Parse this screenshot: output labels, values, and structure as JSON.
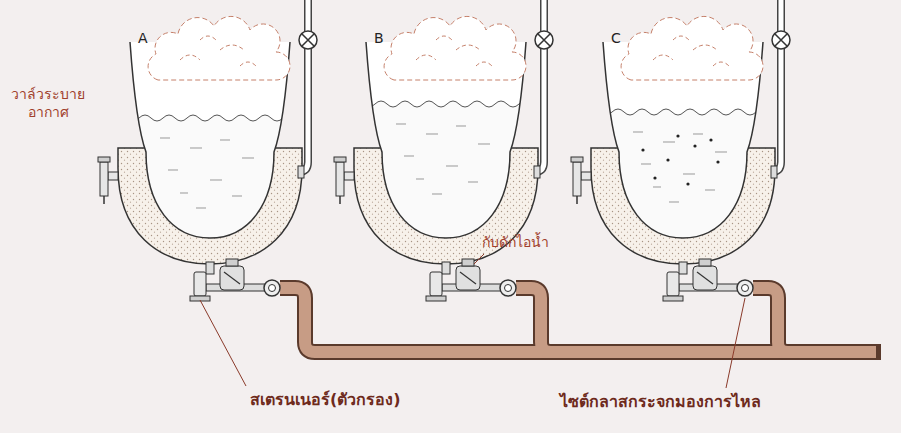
{
  "diagram": {
    "labels": [
      "A",
      "วาล์วระบาย อากาศ",
      "B",
      "C",
      "กับดักไอน้ำ",
      "สเตรนเนอร์(ตัวกรอง)",
      "ไซต์กลาสกระจกมองการไหล"
    ]
  }
}
